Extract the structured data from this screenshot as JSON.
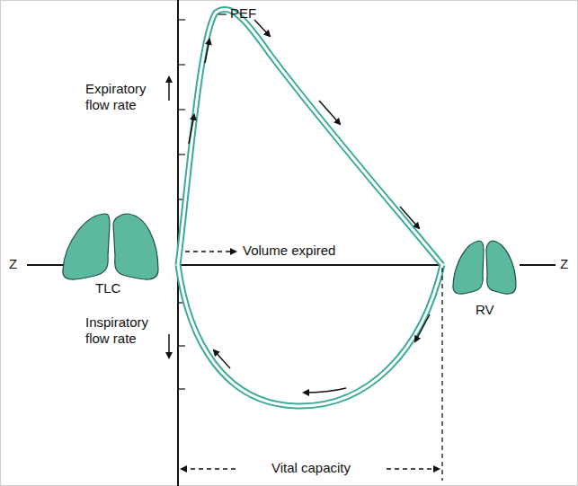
{
  "diagram": {
    "labels": [
      "PEF",
      "Expiratory flow rate",
      "Z",
      "Volume expired",
      "TLC",
      "Inspiratory flow rate",
      "RV",
      "Z",
      "Vital capacity"
    ]
  }
}
